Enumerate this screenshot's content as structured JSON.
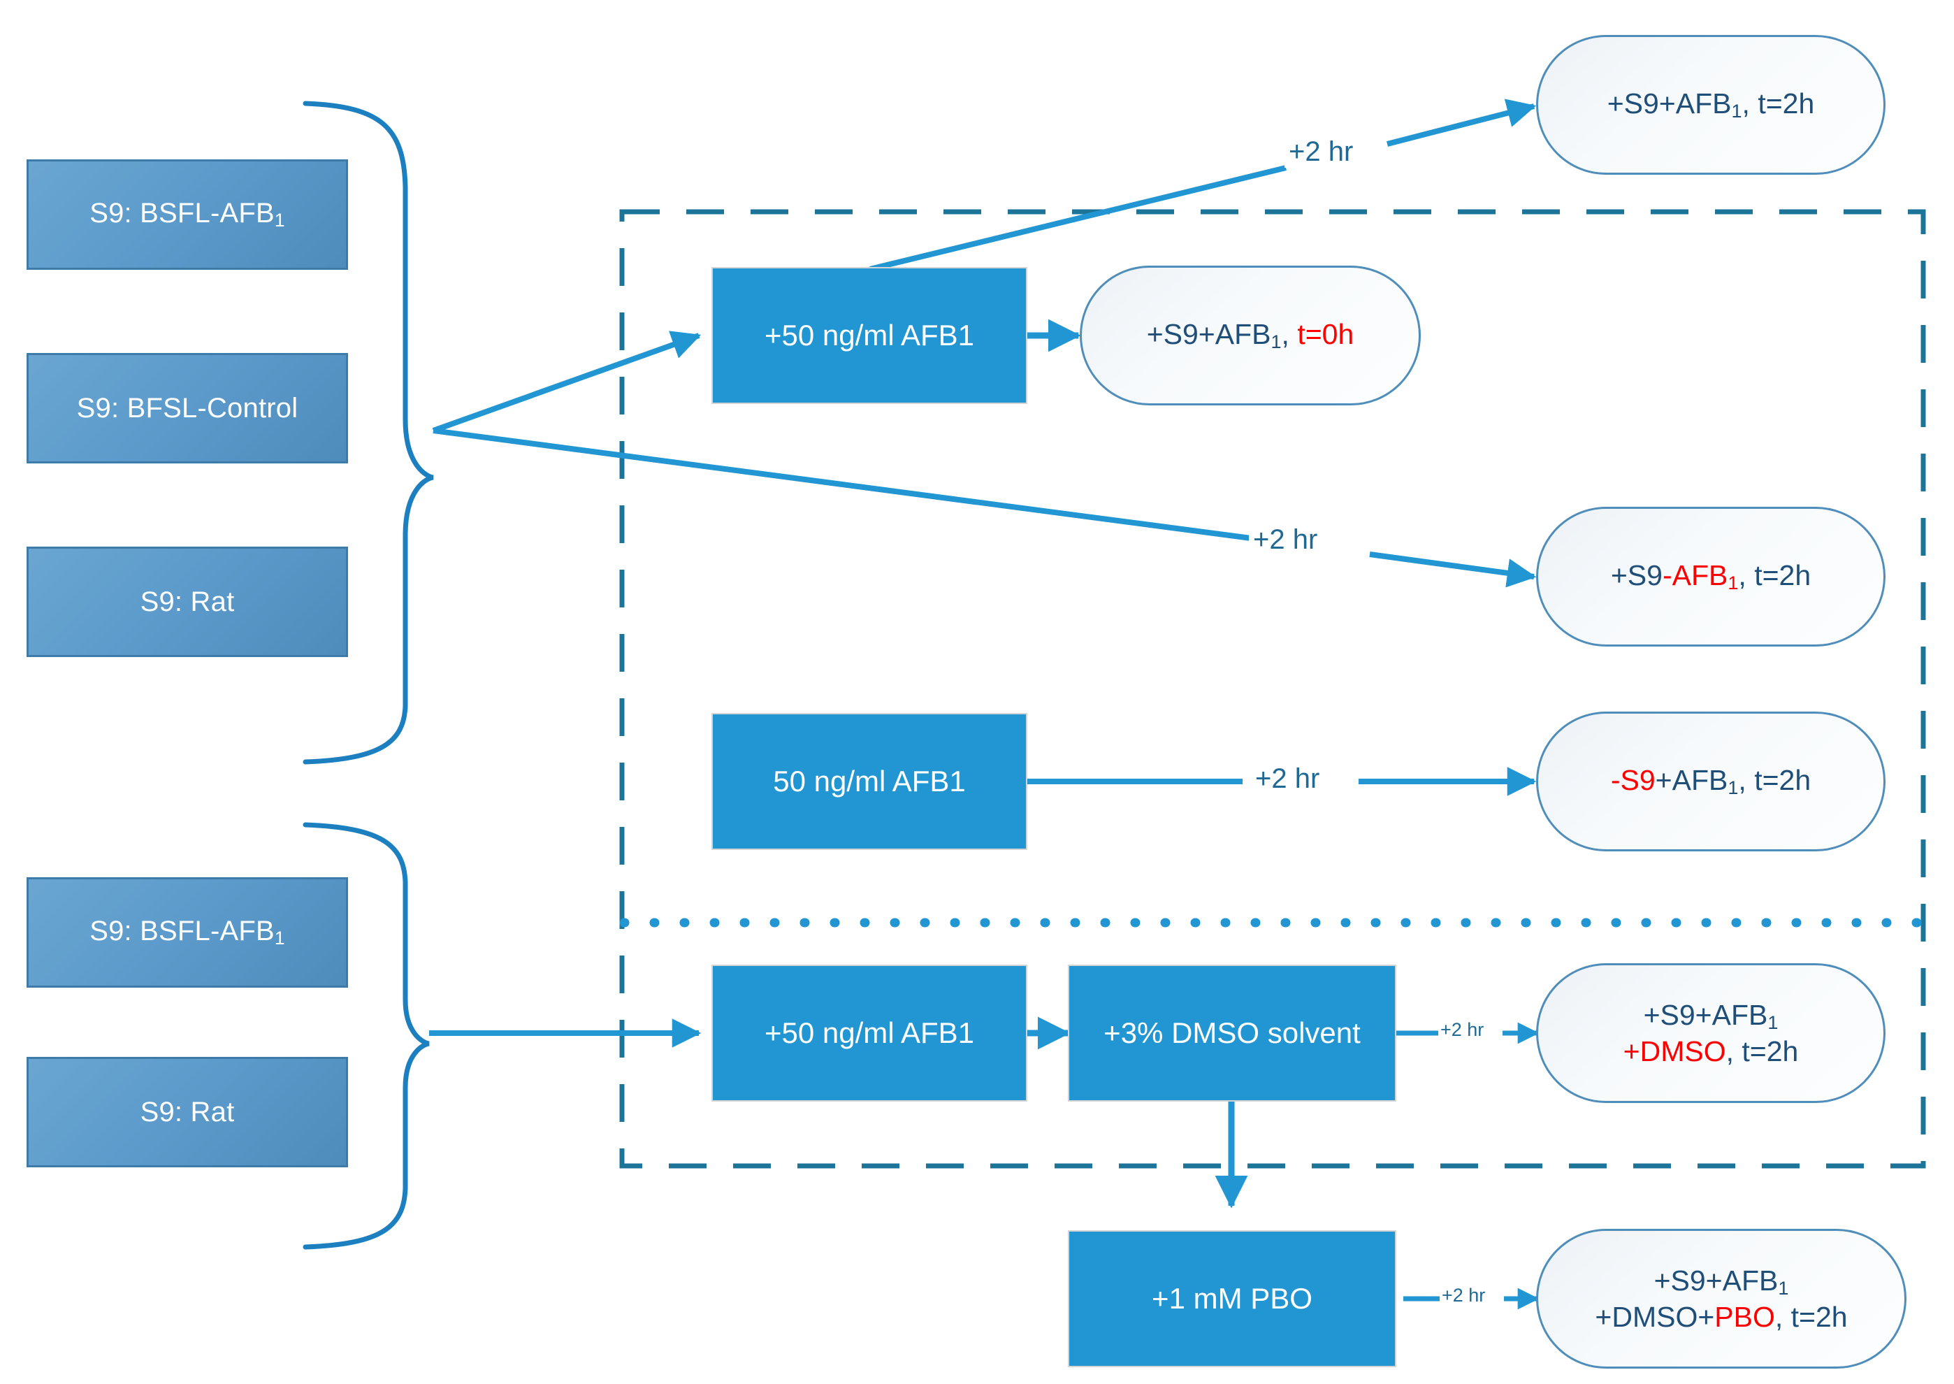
{
  "diagram": {
    "title": "AFB1 S9 incubation experimental design flowchart",
    "colors": {
      "source_box_fill": "#5C9BCB",
      "source_box_border": "#3F7BA8",
      "process_box_fill": "#2196D3",
      "terminator_border": "#4F8DBA",
      "terminator_text": "#1F4E79",
      "accent_red": "#FF0000",
      "connector_blue": "#2196D3",
      "dashed_frame": "#1C7599",
      "edge_label_text": "#1F6A95"
    }
  },
  "source_group_top": {
    "name": "top-source-group",
    "items": [
      {
        "label_prefix": "S9: BSFL-AFB",
        "label_sub": "1"
      },
      {
        "label_prefix": "S9: BFSL-Control",
        "label_sub": ""
      },
      {
        "label_prefix": "S9: Rat",
        "label_sub": ""
      }
    ]
  },
  "source_group_bottom": {
    "name": "bottom-source-group",
    "items": [
      {
        "label_prefix": "S9: BSFL-AFB",
        "label_sub": "1"
      },
      {
        "label_prefix": "S9: Rat",
        "label_sub": ""
      }
    ]
  },
  "process_boxes": {
    "afb1_top": "+50 ng/ml AFB1",
    "afb1_plain": "50 ng/ml AFB1",
    "afb1_bottom": "+50 ng/ml AFB1",
    "dmso": "+3% DMSO solvent",
    "pbo": "+1 mM PBO"
  },
  "terminators": {
    "t2h_s9_afb1": {
      "segments": [
        {
          "t": "+S9+AFB",
          "c": "blue"
        },
        {
          "t": "1",
          "c": "blue",
          "sub": true
        },
        {
          "t": ", t=2h",
          "c": "blue"
        }
      ],
      "plain": "+S9+AFB1, t=2h"
    },
    "t0h_s9_afb1": {
      "segments": [
        {
          "t": "+S9+AFB",
          "c": "blue"
        },
        {
          "t": "1",
          "c": "blue",
          "sub": true
        },
        {
          "t": ", ",
          "c": "blue"
        },
        {
          "t": "t=0h",
          "c": "red"
        }
      ],
      "plain": "+S9+AFB1, t=0h"
    },
    "t2h_s9_minus_afb1": {
      "segments": [
        {
          "t": "+S9",
          "c": "blue"
        },
        {
          "t": "-AFB",
          "c": "red"
        },
        {
          "t": "1",
          "c": "red",
          "sub": true
        },
        {
          "t": ", t=2h",
          "c": "blue"
        }
      ],
      "plain": "+S9-AFB1, t=2h"
    },
    "t2h_minus_s9_afb1": {
      "segments": [
        {
          "t": "-S9",
          "c": "red"
        },
        {
          "t": "+AFB",
          "c": "blue"
        },
        {
          "t": "1",
          "c": "blue",
          "sub": true
        },
        {
          "t": ", t=2h",
          "c": "blue"
        }
      ],
      "plain": "-S9+AFB1, t=2h"
    },
    "t2h_dmso": {
      "line1": [
        {
          "t": "+S9+AFB",
          "c": "blue"
        },
        {
          "t": "1",
          "c": "blue",
          "sub": true
        }
      ],
      "line2": [
        {
          "t": "+DMSO",
          "c": "red"
        },
        {
          "t": ", t=2h",
          "c": "blue"
        }
      ],
      "plain": "+S9+AFB1 +DMSO, t=2h"
    },
    "t2h_pbo": {
      "line1": [
        {
          "t": "+S9+AFB",
          "c": "blue"
        },
        {
          "t": "1",
          "c": "blue",
          "sub": true
        }
      ],
      "line2": [
        {
          "t": "+DMSO+",
          "c": "blue"
        },
        {
          "t": "PBO",
          "c": "red"
        },
        {
          "t": ", t=2h",
          "c": "blue"
        }
      ],
      "plain": "+S9+AFB1 +DMSO+PBO, t=2h"
    }
  },
  "edge_labels": {
    "top_2hr": "+2 hr",
    "mid_2hr": "+2 hr",
    "row3_2hr": "+2 hr",
    "dmso_2hr": "+2 hr",
    "pbo_2hr": "+2 hr"
  }
}
